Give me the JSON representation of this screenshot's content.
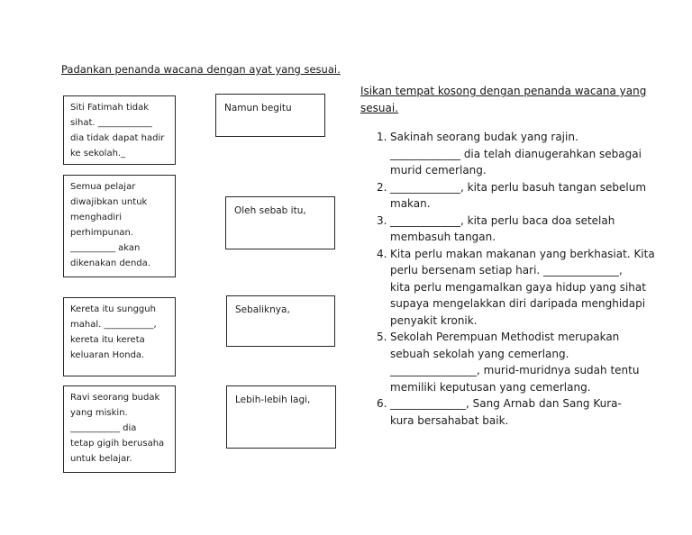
{
  "matching": {
    "title": "Padankan penanda wacana dengan ayat yang sesuai.",
    "sentence_boxes": [
      {
        "text": "Siti Fatimah tidak\nsihat. ____________\ndia tidak dapat hadir\nke sekolah._"
      },
      {
        "text": "Semua pelajar\ndiwajibkan untuk\nmenghadiri\nperhimpunan.\n__________ akan\ndikenakan denda."
      },
      {
        "text": "Kereta itu sungguh\nmahal. ___________,\nkereta itu kereta\nkeluaran Honda."
      },
      {
        "text": "Ravi seorang budak\nyang miskin.\n___________ dia\ntetap gigih berusaha\nuntuk belajar."
      }
    ],
    "connector_boxes": [
      {
        "label": "Namun begitu"
      },
      {
        "label": "Oleh sebab itu,"
      },
      {
        "label": "Sebaliknya,"
      },
      {
        "label": "Lebih-lebih lagi,"
      }
    ]
  },
  "fill_in": {
    "title": "Isikan tempat kosong dengan penanda wacana yang \nsesuai.",
    "items": [
      {
        "number": "1.",
        "text": "Sakinah seorang budak yang rajin.\n_____________ dia telah dianugerahkan sebagai\nmurid cemerlang."
      },
      {
        "number": "2.",
        "text": "_____________, kita perlu basuh tangan sebelum\nmakan."
      },
      {
        "number": "3.",
        "text": "_____________, kita perlu baca doa setelah\nmembasuh tangan."
      },
      {
        "number": "4.",
        "text": "Kita perlu makan makanan yang berkhasiat. Kita\nperlu bersenam setiap hari. ______________,\nkita perlu mengamalkan gaya hidup yang sihat\nsupaya mengelakkan diri daripada menghidapi\npenyakit kronik."
      },
      {
        "number": "5.",
        "text": "Sekolah Perempuan Methodist merupakan\nsebuah sekolah yang cemerlang.\n________________, murid-muridnya sudah tentu\nmemiliki keputusan yang cemerlang."
      },
      {
        "number": "6.",
        "text": "______________, Sang Arnab dan Sang Kura-\nkura bersahabat baik."
      }
    ]
  }
}
